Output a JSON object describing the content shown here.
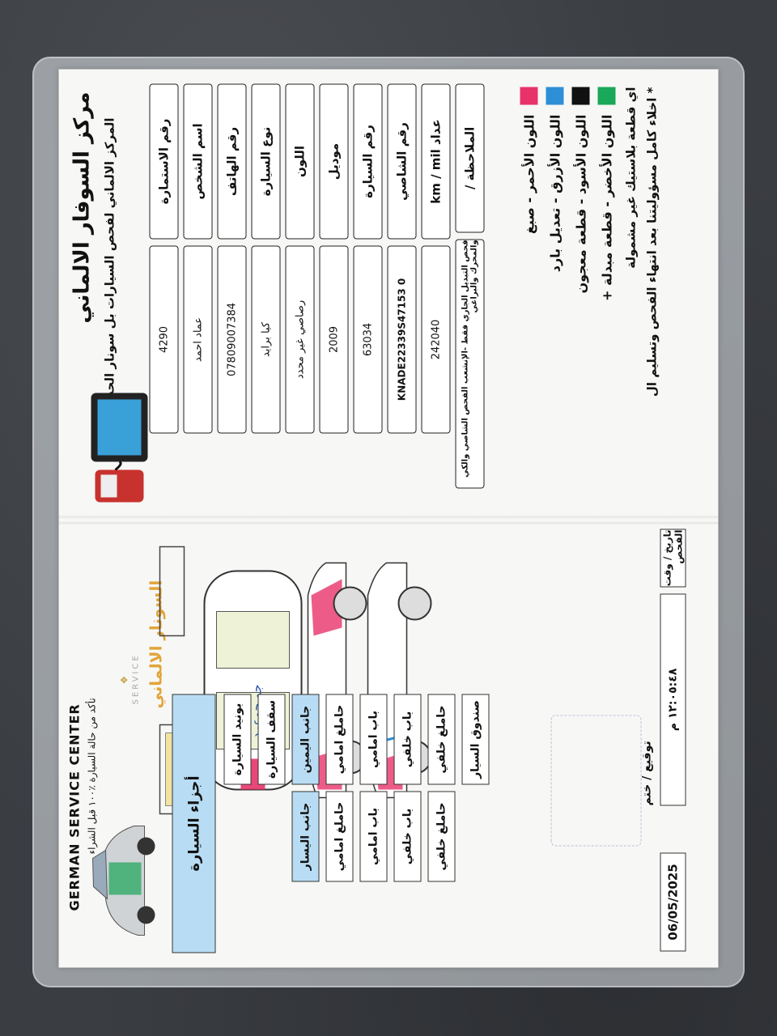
{
  "header": {
    "title_ar": "مركز السوفار الالماني",
    "subtitle_ar": "المركز الالماني لفحص السيارات بل سونار الحديث",
    "slogan": "السونار الالماني",
    "service_center": "GERMAN SERVICE CENTER",
    "brand_small": "SERVICE",
    "tagline": "تأكد من حالة السيارة ٪١٠٠ قبل الشراء"
  },
  "info": [
    {
      "label": "رقم الاستمارة",
      "value": "4290"
    },
    {
      "label": "اسم الشخص",
      "value": "عماد احمد"
    },
    {
      "label": "رقم الهاتف",
      "value": "07809007384"
    },
    {
      "label": "نوع السيارة",
      "value": "كيا برايد"
    },
    {
      "label": "اللون",
      "value": "رصاصي غير محدد"
    },
    {
      "label": "موديل",
      "value": "2009"
    },
    {
      "label": "رقم السيارة",
      "value": "63034"
    },
    {
      "label": "رقم الشاصي",
      "value": "KNADE22339S47153 0"
    },
    {
      "label": "عداد km / mil",
      "value": "242040"
    },
    {
      "label": "الملاحظة /",
      "value": "فحص التبديل الجاري فقط -الإنشعب الفحص الشاصي والكي والمحرك والبراغي"
    }
  ],
  "legend": [
    {
      "color": "#e8336a",
      "text": "اللون الأحمر - صبغ"
    },
    {
      "color": "#2f8fd6",
      "text": "اللون الأزرق - تعديل بارد"
    },
    {
      "color": "#111111",
      "text": "اللون الأسود - قطعة معجون"
    },
    {
      "color": "#1aa85a",
      "text": "اللون الأخضر - قطعة مبدلة +"
    }
  ],
  "footnote_1": "اي قطعة بلاستيك غير مشمولة",
  "footnote_2": "* اخلاء كامل مسؤوليتنا بعد انتهاء الفحص وتسليم ال",
  "parts": {
    "header": "أجزاء السيارة",
    "rows": [
      [
        "بونيد السيارة"
      ],
      [
        "سقف السيارة"
      ],
      [
        "جانب اليمين",
        "جانب اليسار"
      ],
      [
        "حاملغ امامي",
        "حاملغ امامي"
      ],
      [
        "باب امامي",
        "باب امامي"
      ],
      [
        "باب خلفي",
        "باب خلفي"
      ],
      [
        "حاملغ خلفي",
        "حاملغ خلفي"
      ],
      [
        "صندوق السيار"
      ]
    ],
    "blue_cells": [
      "جانب اليمين",
      "جانب اليسار"
    ]
  },
  "diagram_handwriting": "جو جوعرد",
  "footer": {
    "date": "06/05/2025",
    "time": "١٢:٠٥:٤٨ م",
    "datetime_label": "تاريخ / وقت الفحص",
    "sign_label": "توقيع / ختم"
  },
  "colors": {
    "paper": "#f7f8f6",
    "accent_blue": "#b8dcf3",
    "slogan_orange": "#e2a43a",
    "damage_red": "#e8336a",
    "repair_blue": "#2f8fd6",
    "replaced_green": "#1aa85a"
  }
}
